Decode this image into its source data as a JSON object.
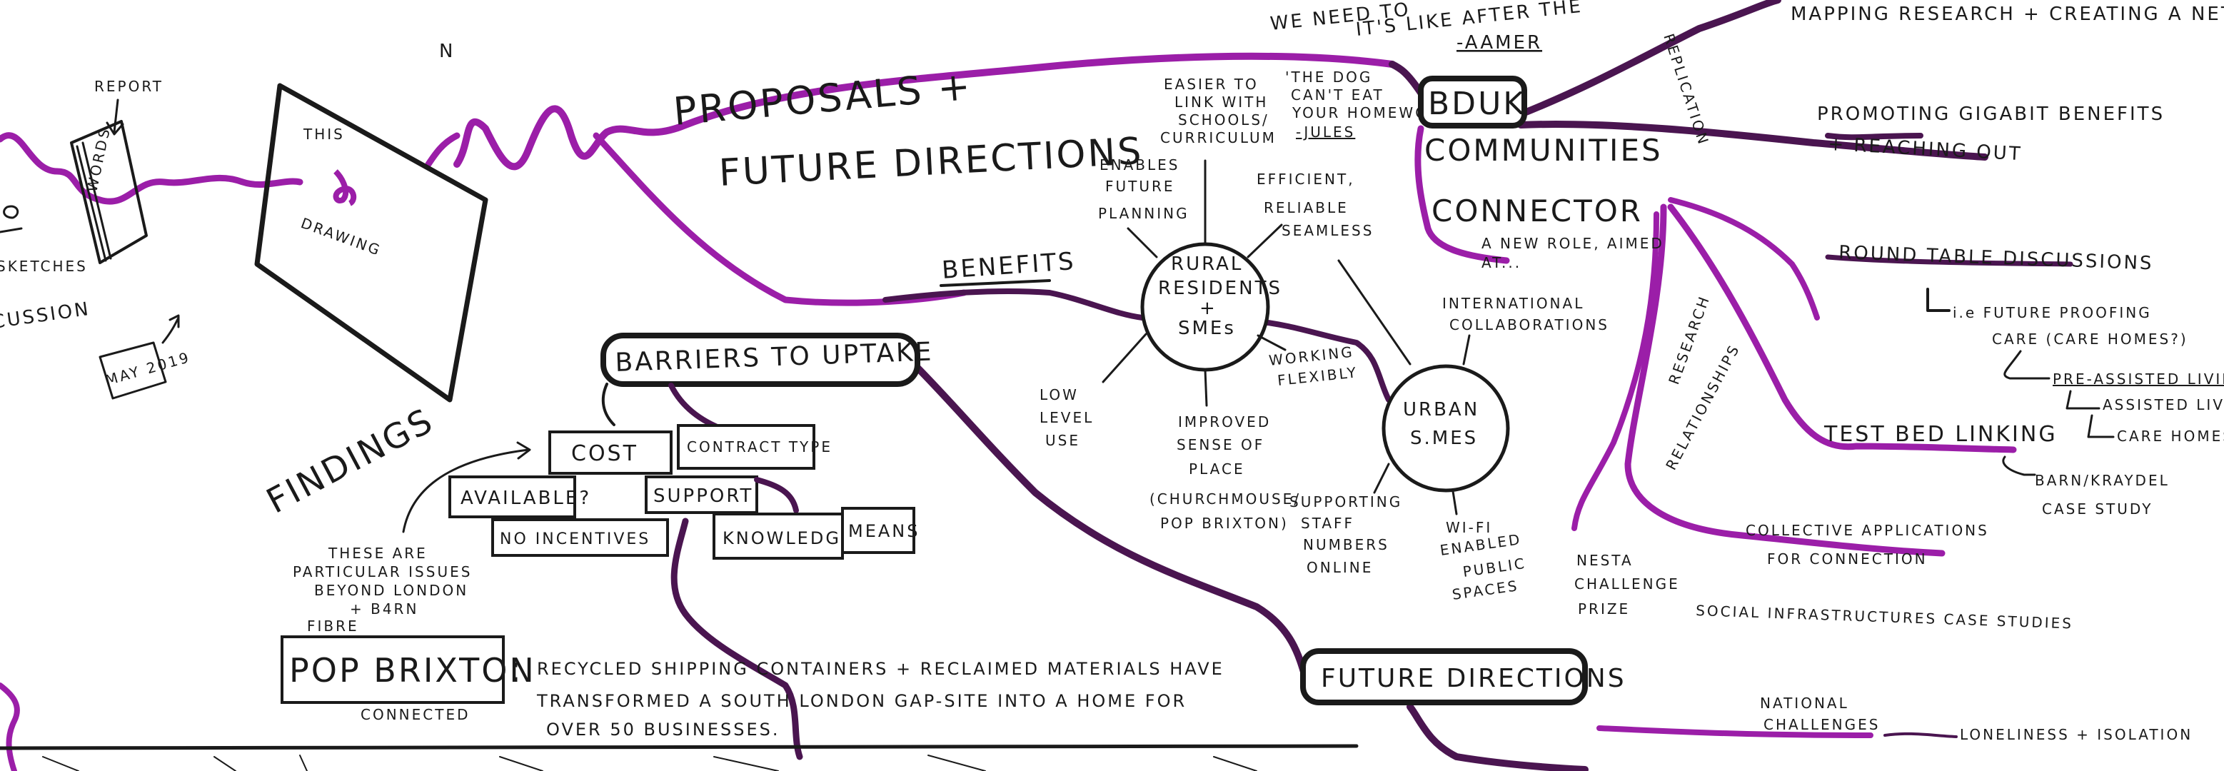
{
  "top": {
    "quote_line1": "WE NEED TO",
    "quote_line2": "IT'S LIKE AFTER THE",
    "quote_author": "-AAMER"
  },
  "left": {
    "report": "REPORT",
    "words": "WORDS",
    "sketches": "SKETCHES",
    "discussion": "CUSSION",
    "date": "MAY 2019",
    "this": "THIS",
    "drawing": "DRAWING",
    "n_mark": "N",
    "findings": "FINDINGS"
  },
  "proposals": {
    "title_line1": "PROPOSALS +",
    "title_line2": "FUTURE DIRECTIONS"
  },
  "barriers": {
    "title": "BARRIERS TO UPTAKE",
    "cost": "COST",
    "contract_type": "CONTRACT TYPE",
    "available": "AVAILABLE?",
    "support": "SUPPORT",
    "no_incentives": "NO INCENTIVES",
    "knowledge": "KNOWLEDGE",
    "means": "MEANS",
    "note_line1": "THESE ARE",
    "note_line2": "PARTICULAR ISSUES",
    "note_line3": "BEYOND LONDON",
    "note_line4": "+ B4RN"
  },
  "benefits": {
    "label": "BENEFITS",
    "rural_line1": "RURAL",
    "rural_line2": "RESIDENTS",
    "rural_line3": "+",
    "rural_line4": "SMEs",
    "urban_line1": "URBAN",
    "urban_line2": "S.MES",
    "easier_line1": "EASIER TO",
    "easier_line2": "LINK WITH",
    "easier_line3": "SCHOOLS/",
    "easier_line4": "CURRICULUM",
    "enables_line1": "ENABLES",
    "enables_line2": "FUTURE",
    "enables_line3": "PLANNING",
    "efficient_line1": "EFFICIENT,",
    "efficient_line2": "RELIABLE",
    "efficient_line3": "SEAMLESS",
    "low_line1": "LOW",
    "low_line2": "LEVEL",
    "low_line3": "USE",
    "improved_line1": "IMPROVED",
    "improved_line2": "SENSE OF",
    "improved_line3": "PLACE",
    "improved_line4": "(CHURCHMOUSE/",
    "improved_line5": "POP BRIXTON)",
    "working_line1": "WORKING",
    "working_line2": "FLEXIBLY",
    "intl_line1": "INTERNATIONAL",
    "intl_line2": "COLLABORATIONS",
    "supporting_line1": "SUPPORTING",
    "supporting_line2": "STAFF",
    "supporting_line3": "NUMBERS",
    "supporting_line4": "ONLINE",
    "wifi_line1": "WI-FI",
    "wifi_line2": "ENABLED",
    "wifi_line3": "PUBLIC",
    "wifi_line4": "SPACES"
  },
  "dog_quote": {
    "line1": "'THE DOG",
    "line2": "CAN'T EAT",
    "line3": "YOUR HOMEWORK'",
    "author": "-JULES"
  },
  "bduk": {
    "title": "BDUK",
    "communities": "COMMUNITIES",
    "connector": "CONNECTOR",
    "new_role_line1": "A NEW ROLE, AIMED",
    "new_role_line2": "AT..."
  },
  "pop_brixton": {
    "fibre": "FIBRE",
    "name": "POP BRIXTON",
    "colon": ":",
    "connected": "CONNECTED",
    "text_line1": "RECYCLED SHIPPING CONTAINERS + RECLAIMED MATERIALS HAVE",
    "text_line2": "TRANSFORMED A SOUTH LONDON GAP-SITE INTO A HOME FOR",
    "text_line3": "OVER 50 BUSINESSES."
  },
  "future": {
    "title": "FUTURE DIRECTIONS"
  },
  "right": {
    "mapping": "MAPPING RESEARCH + CREATING A NETWORK",
    "promoting_line1": "PROMOTING GIGABIT BENEFITS",
    "promoting_line2": "+ REACHING OUT",
    "round_table": "ROUND TABLE DISCUSSIONS",
    "future_proof_line1": "i.e FUTURE PROOFING",
    "future_proof_line2": "CARE (CARE HOMES?)",
    "pre_assisted": "PRE-ASSISTED LIVING",
    "assisted": "ASSISTED LIVING",
    "care_homes": "CARE HOMES?",
    "test_bed": "TEST BED LINKING",
    "barn_line1": "BARN/KRAYDEL",
    "barn_line2": "CASE STUDY",
    "collective_line1": "COLLECTIVE APPLICATIONS",
    "collective_line2": "FOR CONNECTION",
    "nesta_line1": "NESTA",
    "nesta_line2": "CHALLENGE",
    "nesta_line3": "PRIZE",
    "social": "SOCIAL INFRASTRUCTURES CASE STUDIES",
    "national_line1": "NATIONAL",
    "national_line2": "CHALLENGES",
    "loneliness": "LONELINESS + ISOLATION",
    "replication": "REPLICATION",
    "research": "RESEARCH",
    "relationships": "RELATIONSHIPS"
  },
  "colors": {
    "ink": "#1a1a1a",
    "magenta": "#9b1ea8",
    "dark_purple": "#4a1550"
  }
}
